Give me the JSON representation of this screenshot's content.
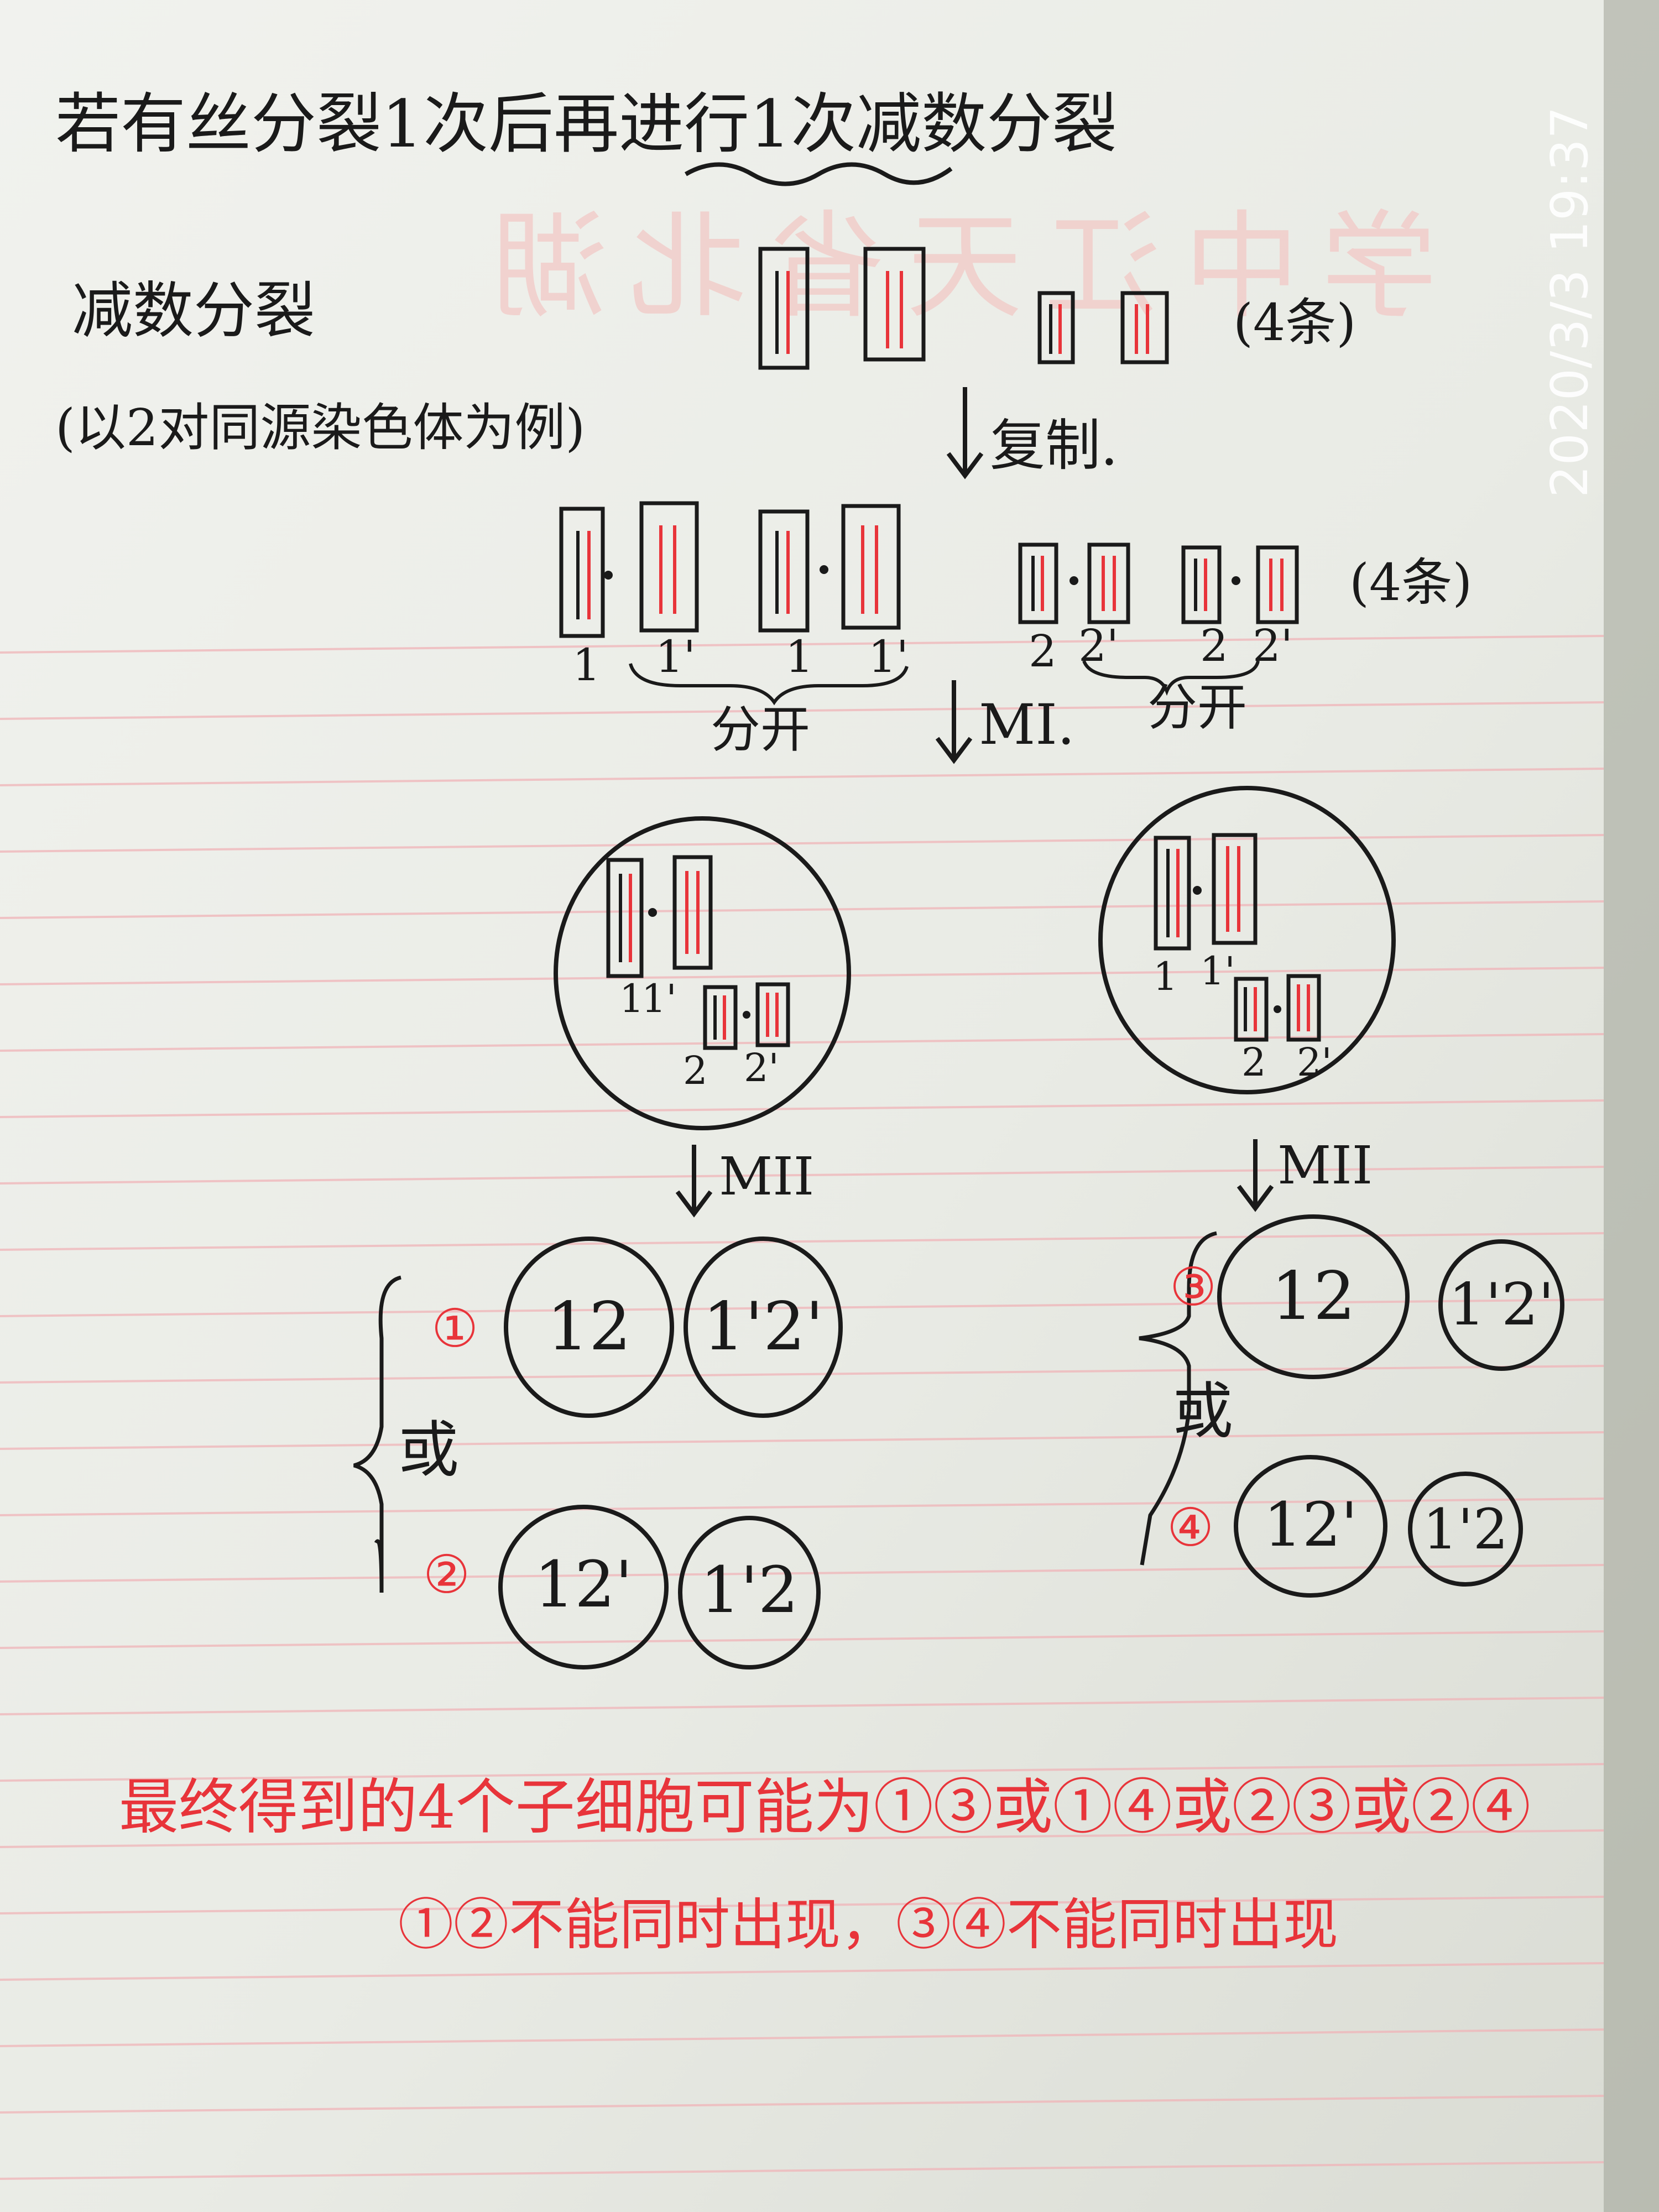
{
  "title": "若有丝分裂1次后再进行1次减数分裂",
  "watermark": "学中江天省北湖",
  "timestamp": "2020/3/3 19:37",
  "meiosis_label": "减数分裂",
  "example_note": "(以2对同源染色体为例)",
  "count_note_top": "(4条)",
  "replication_label": "复制.",
  "count_note_mid": "(4条)",
  "separate_label_left": "分开",
  "separate_label_right": "分开",
  "m1_label": "MI.",
  "m2_label_left": "MII",
  "m2_label_right": "MII",
  "or_label_left": "或",
  "or_label_right": "或",
  "chrom_labels": {
    "one": "1",
    "one_prime": "1'",
    "two": "2",
    "two_prime": "2'"
  },
  "outcomes": [
    {
      "marker": "①",
      "cells": [
        "12",
        "1'2'"
      ]
    },
    {
      "marker": "②",
      "cells": [
        "12'",
        "1'2"
      ]
    },
    {
      "marker": "③",
      "cells": [
        "12",
        "1'2'"
      ]
    },
    {
      "marker": "④",
      "cells": [
        "12'",
        "1'2"
      ]
    }
  ],
  "conclusion": "最终得到的4个子细胞可能为①③或①④或②③或②④",
  "constraint": "①②不能同时出现，③④不能同时出现",
  "colors": {
    "ink": "#1a1a1a",
    "red": "#e8343a",
    "paper": "#eceee8",
    "rule_line": "#f0b4b8",
    "watermark": "#f2c9c6"
  }
}
